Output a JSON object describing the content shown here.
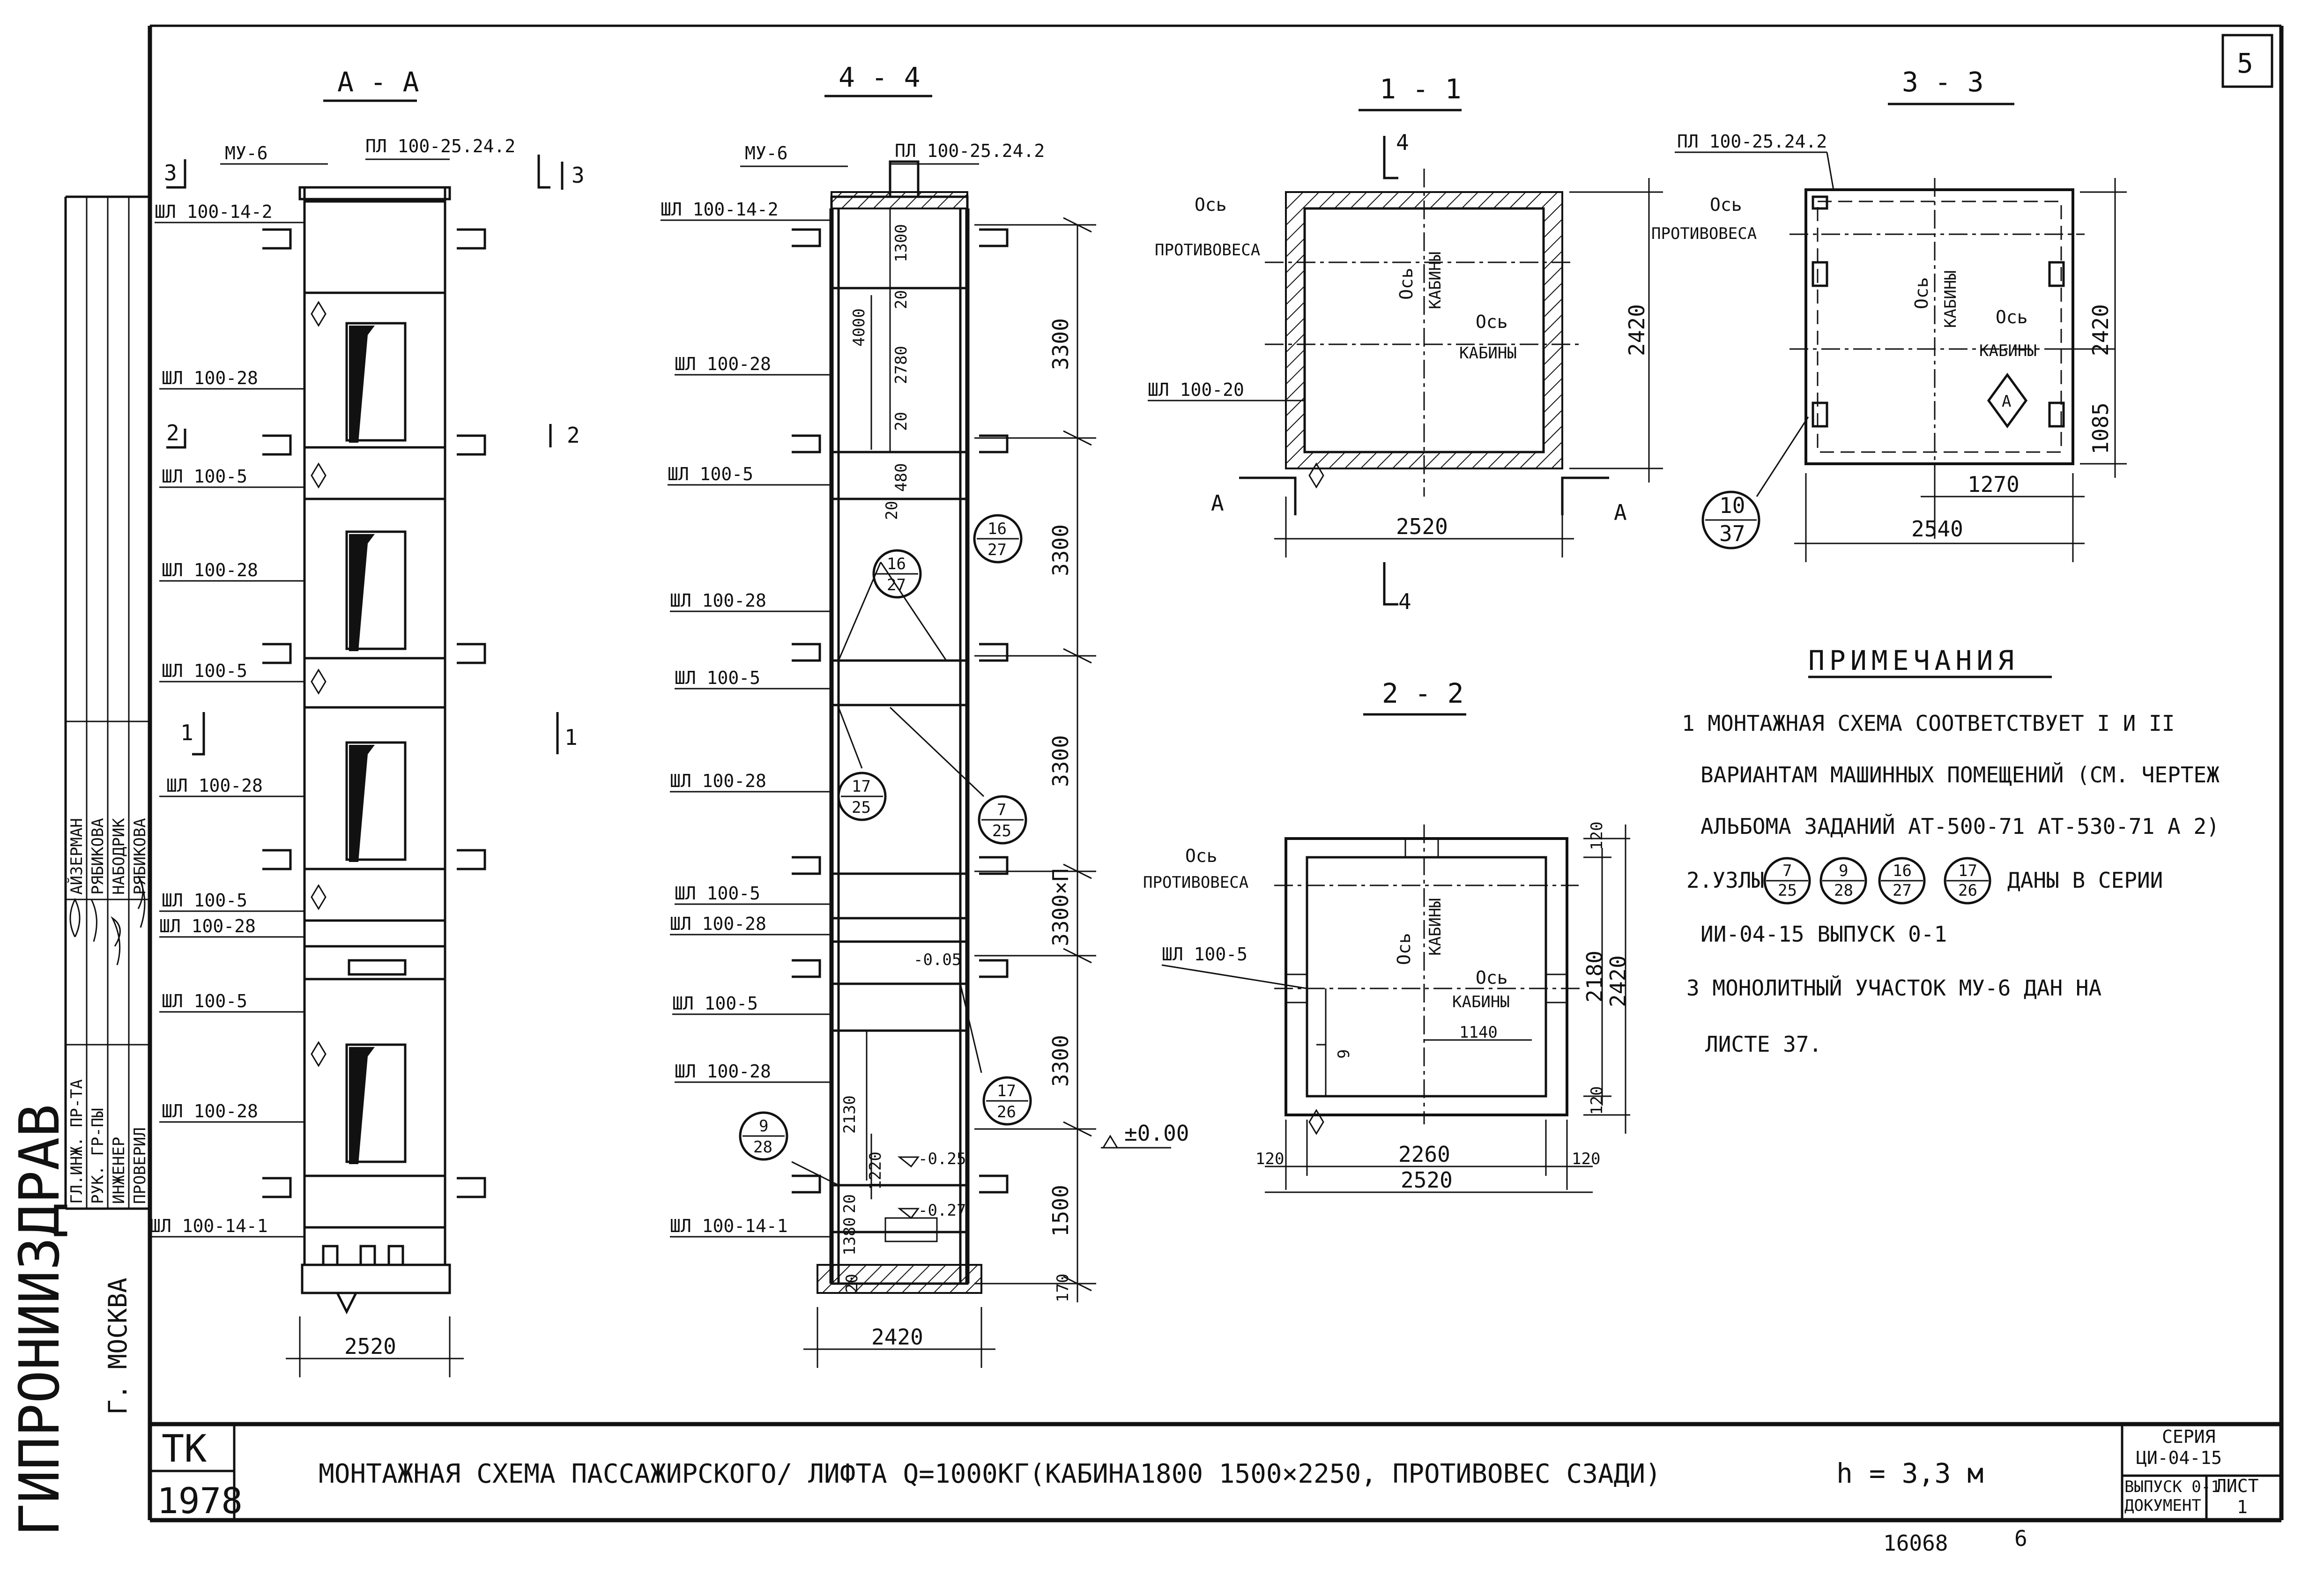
{
  "sheet": {
    "sheet_number": "5",
    "series_label": "СЕРИЯ",
    "series_value": "ЦИ-04-15",
    "issue_label": "ВЫПУСК 0-1",
    "issue_sub": "ДОКУМЕНТ",
    "sheet_label": "ЛИСТ",
    "sheet_value": "1",
    "stamp_code": "16068",
    "stamp_small": "6",
    "org_tk": "ТК",
    "year": "1978",
    "org_name": "ГИПРОНИИЗДРАВ",
    "city": "Г. МОСКВА",
    "title": "МОНТАЖНАЯ   СХЕМА   ПАССАЖИРСКОГО/ ЛИФТА Q=1000КГ(КАБИНА1800 1500×2250, ПРОТИВОВЕС СЗАДИ)",
    "title_h": "h = 3,3 м"
  },
  "signatures": {
    "roles": [
      "ГЛ.ИНЖ. ПР-ТА",
      "РУК. ГР-ПЫ",
      "ИНЖЕНЕР",
      "ПРОВЕРИЛ"
    ],
    "names": [
      "АЙЗЕРМАН",
      "РЯБИКОВА",
      "НАБОДРИК",
      "РЯБИКОВА"
    ]
  },
  "section_aa": {
    "title": "А - А",
    "marks": {
      "top_left": "3",
      "top_right": "3",
      "mid_left": "2",
      "mid_right": "2",
      "low_left": "1",
      "low_right": "1"
    },
    "top_labels": [
      "МУ-6",
      "ПЛ 100-25.24.2"
    ],
    "left_labels": [
      "ШЛ 100-14-2",
      "ШЛ 100-28",
      "ШЛ 100-5",
      "ШЛ 100-28",
      "ШЛ 100-5",
      "ШЛ 100-28",
      "ШЛ 100-5",
      "ШЛ 100-28",
      "ШЛ 100-5",
      "ШЛ 100-28",
      "ШЛ 100-14-1"
    ],
    "width_dim": "2520"
  },
  "section_44": {
    "title": "4 - 4",
    "top_labels": [
      "МУ-6",
      "ПЛ 100-25.24.2"
    ],
    "left_labels": [
      "ШЛ 100-14-2",
      "ШЛ 100-28",
      "ШЛ 100-5",
      "ШЛ 100-28",
      "ШЛ 100-5",
      "ШЛ 100-28",
      "ШЛ 100-5",
      "ШЛ 100-28",
      "ШЛ 100-5",
      "ШЛ 100-28",
      "ШЛ 100-14-1"
    ],
    "floor_dims": [
      "3300",
      "3300",
      "3300",
      "3300×П",
      "3300",
      "1500",
      "170"
    ],
    "inner_dims": [
      "1300",
      "20",
      "2780",
      "20",
      "480",
      "20",
      "4000",
      "2130",
      "1220",
      "1380",
      "20",
      "20"
    ],
    "levels": [
      "-0.05",
      "-0.25",
      "-0.27",
      "±0.00"
    ],
    "nodes": [
      {
        "num": "16",
        "den": "27"
      },
      {
        "num": "16",
        "den": "27"
      },
      {
        "num": "7",
        "den": "25"
      },
      {
        "num": "17",
        "den": "25"
      },
      {
        "num": "17",
        "den": "26"
      },
      {
        "num": "9",
        "den": "28"
      }
    ],
    "width_dim": "2420"
  },
  "section_11": {
    "title": "1 - 1",
    "axis_cw": "Ось",
    "axis_cw_sub": "ПРОТИВОВЕСА",
    "axis_cab": "Ось",
    "axis_cab_sub": "КАБИНЫ",
    "axis_v": "Ось",
    "axis_v_sub": "КАБИНЫ",
    "panel": "ШЛ 100-20",
    "dim_h": "2420",
    "dim_w": "2520",
    "cut_a": "А",
    "cut_4": "4"
  },
  "section_33": {
    "title": "3 - 3",
    "top_label": "ПЛ 100-25.24.2",
    "axis_cw": "Ось",
    "axis_cw_sub": "ПРОТИВОВЕСА",
    "axis_cab": "Ось",
    "axis_cab_sub": "КАБИНЫ",
    "axis_v": "Ось",
    "axis_v_sub": "КАБИНЫ",
    "dim_h": "2420",
    "dim_h2": "1085",
    "dim_w": "2540",
    "dim_w2": "1270",
    "node": {
      "num": "10",
      "den": "37"
    },
    "mark": "А"
  },
  "section_22": {
    "title": "2 - 2",
    "axis_cw": "Ось",
    "axis_cw_sub": "ПРОТИВОВЕСА",
    "axis_cab": "Ось",
    "axis_cab_sub": "КАБИНЫ",
    "axis_v": "Ось",
    "axis_v_sub": "КАБИНЫ",
    "panel": "ШЛ 100-5",
    "dims": [
      "120",
      "2180",
      "2420",
      "120",
      "1140",
      "9",
      "120",
      "2260",
      "120",
      "2520"
    ]
  },
  "notes": {
    "title": "ПРИМЕЧАНИЯ",
    "line1": "1 МОНТАЖНАЯ СХЕМА СООТВЕТСТВУЕТ I И II",
    "line2": "ВАРИАНТАМ МАШИННЫХ ПОМЕЩЕНИЙ (СМ. ЧЕРТЕЖ",
    "line3": "АЛЬБОМА ЗАДАНИЙ АТ-500-71  АТ-530-71 А 2)",
    "line4_a": "2.УЗЛЫ",
    "line4_b": "ДАНЫ В СЕРИИ",
    "line5": "ИИ-04-15 ВЫПУСК 0-1",
    "line6": "3 МОНОЛИТНЫЙ УЧАСТОК МУ-6 ДАН НА",
    "line7": "ЛИСТЕ 37.",
    "nodes": [
      {
        "num": "7",
        "den": "25"
      },
      {
        "num": "9",
        "den": "28"
      },
      {
        "num": "16",
        "den": "27"
      },
      {
        "num": "17",
        "den": "26"
      }
    ]
  },
  "colors": {
    "ink": "#111111",
    "paper": "#ffffff"
  }
}
